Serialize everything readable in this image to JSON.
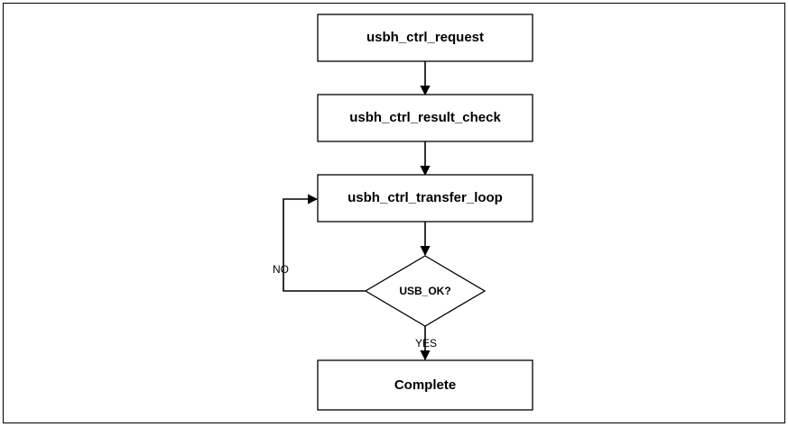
{
  "diagram": {
    "type": "flowchart",
    "nodes": [
      {
        "id": "request",
        "shape": "process",
        "label": "usbh_ctrl_request"
      },
      {
        "id": "result_check",
        "shape": "process",
        "label": "usbh_ctrl_result_check"
      },
      {
        "id": "transfer_loop",
        "shape": "process",
        "label": "usbh_ctrl_transfer_loop"
      },
      {
        "id": "usb_ok",
        "shape": "decision",
        "label": "USB_OK?"
      },
      {
        "id": "complete",
        "shape": "process",
        "label": "Complete"
      }
    ],
    "edges": [
      {
        "from": "request",
        "to": "result_check",
        "label": ""
      },
      {
        "from": "result_check",
        "to": "transfer_loop",
        "label": ""
      },
      {
        "from": "transfer_loop",
        "to": "usb_ok",
        "label": ""
      },
      {
        "from": "usb_ok",
        "to": "transfer_loop",
        "label": "NO"
      },
      {
        "from": "usb_ok",
        "to": "complete",
        "label": "YES"
      }
    ]
  }
}
